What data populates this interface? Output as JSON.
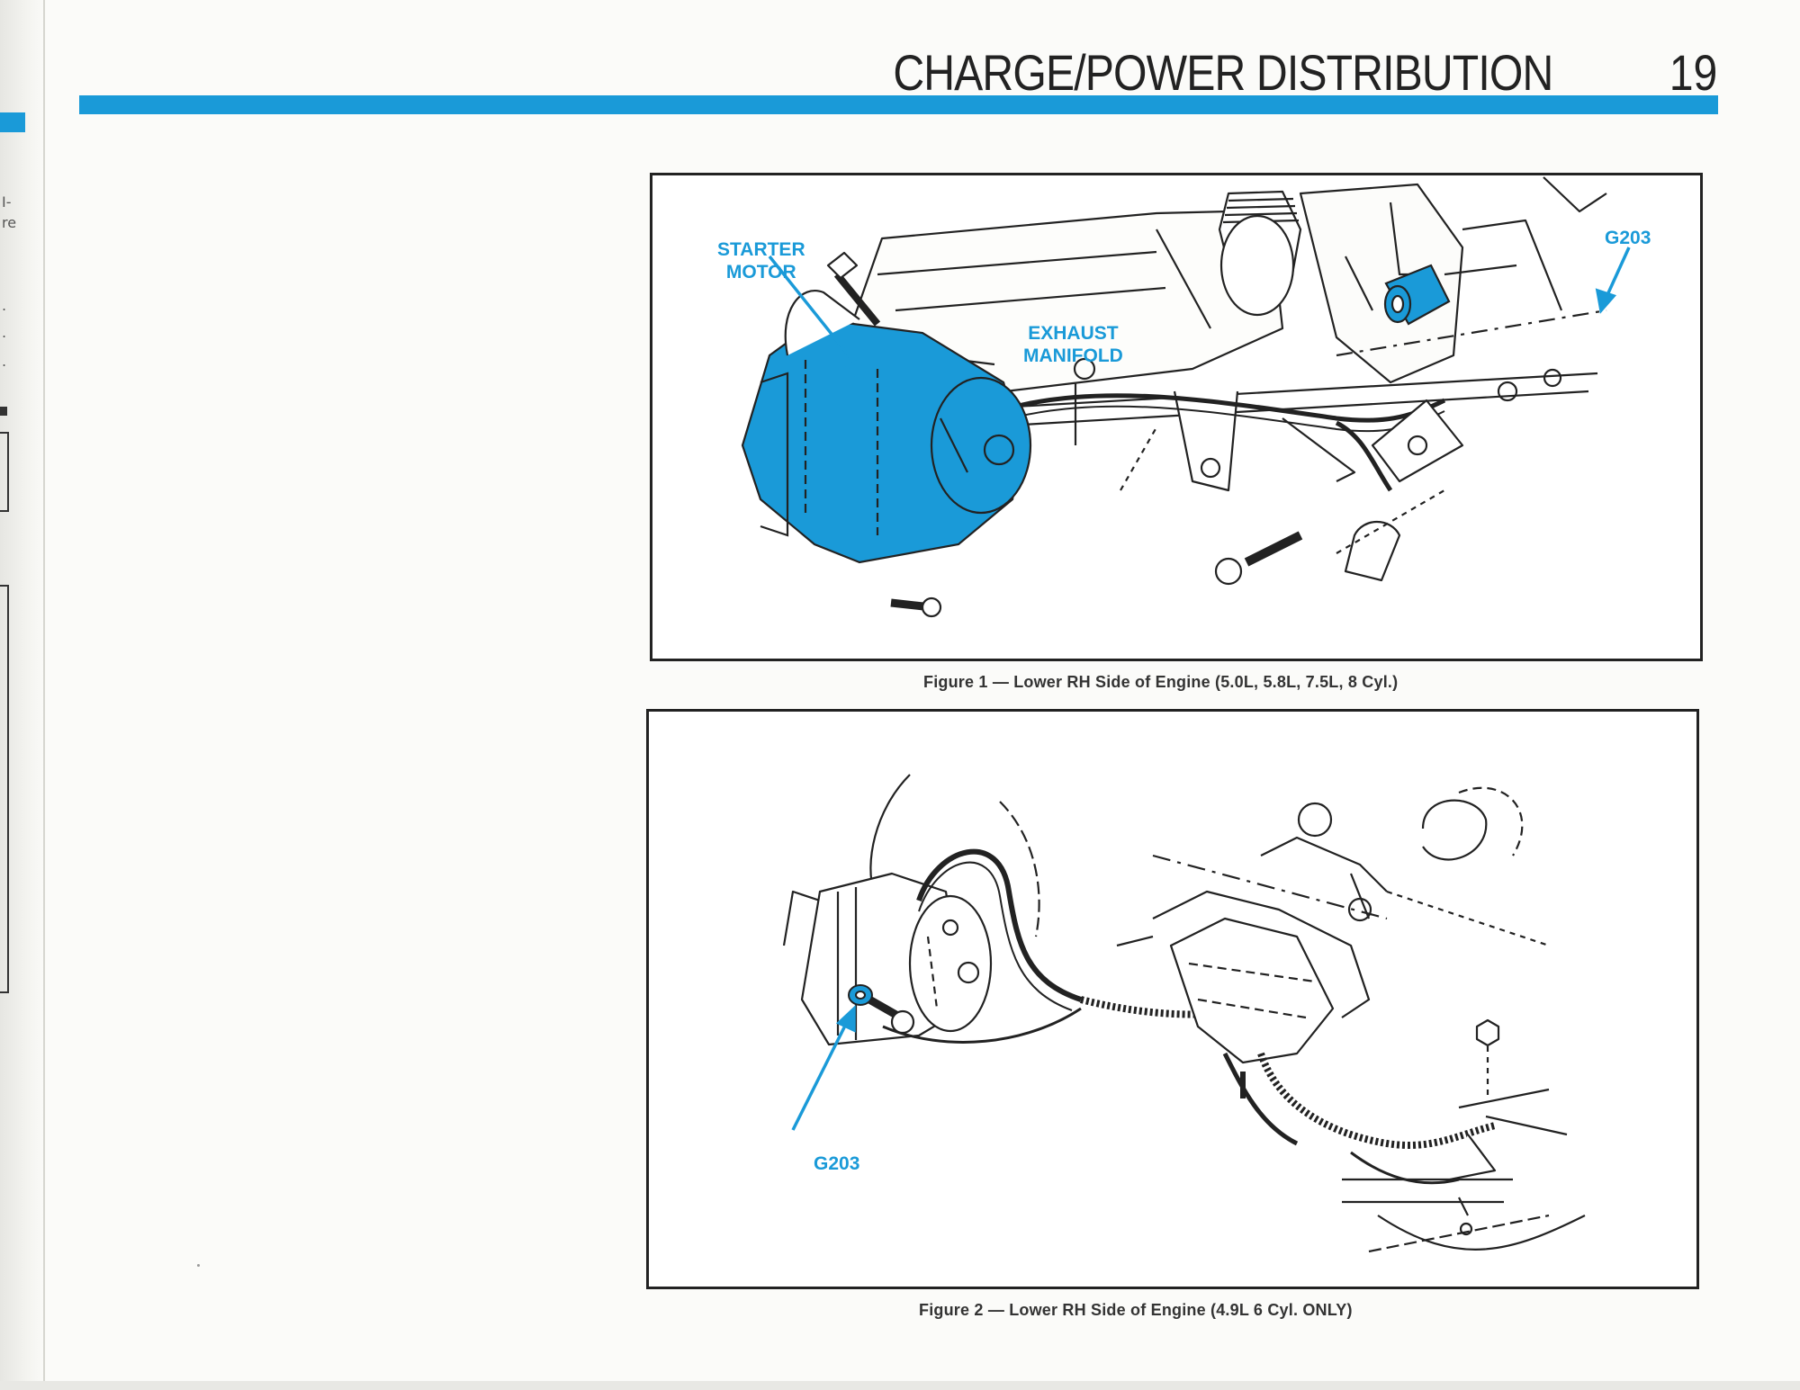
{
  "header": {
    "section_title": "CHARGE/POWER DISTRIBUTION",
    "page_number": "19"
  },
  "figures": [
    {
      "labels": {
        "starter_motor_line1": "STARTER",
        "starter_motor_line2": "MOTOR",
        "exhaust_line1": "EXHAUST",
        "exhaust_line2": "MANIFOLD",
        "ground": "G203"
      },
      "caption": "Figure 1 — Lower RH Side of Engine (5.0L, 5.8L, 7.5L, 8 Cyl.)"
    },
    {
      "labels": {
        "ground": "G203"
      },
      "caption": "Figure 2 — Lower RH Side of Engine (4.9L 6 Cyl. ONLY)"
    }
  ],
  "previous_page_fragments": [
    "I-",
    "re",
    ".",
    ".",
    "."
  ],
  "colors": {
    "accent": "#1a9ad8",
    "ink": "#222222"
  }
}
